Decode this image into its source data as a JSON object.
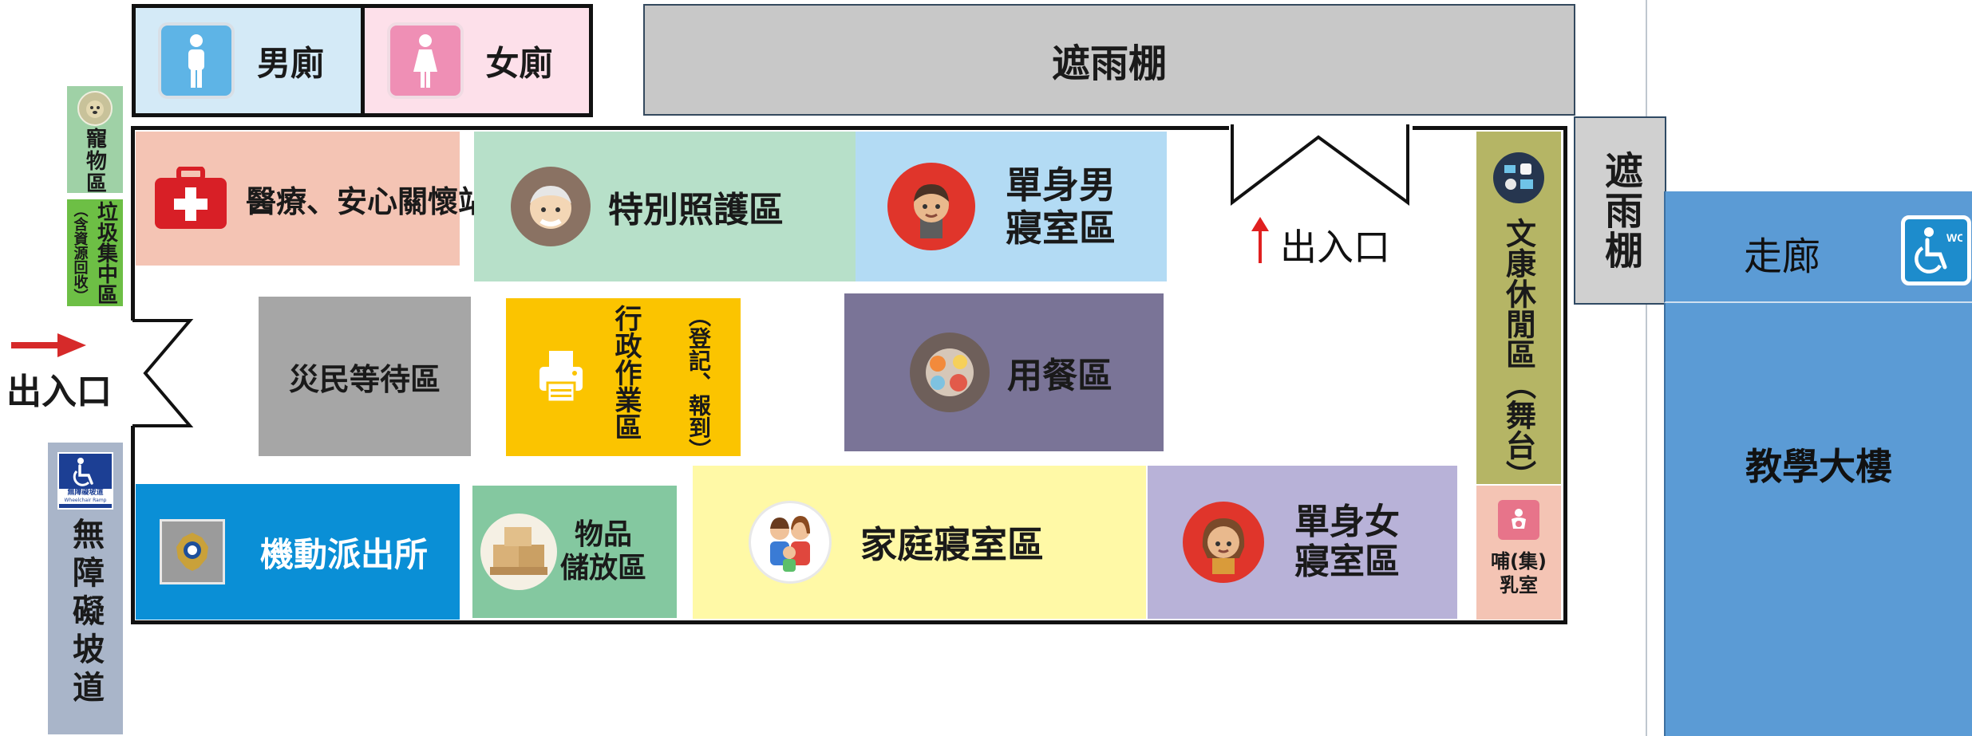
{
  "toilets": {
    "male": "男廁",
    "female": "女廁"
  },
  "canopy_top": "遮雨棚",
  "canopy_right": "遮雨棚",
  "corridor": "走廊",
  "teaching_building": "教學大樓",
  "pet_area": "寵物區",
  "garbage": {
    "main": "垃圾集中區",
    "sub": "（含資源回收）"
  },
  "left_entrance": "出入口",
  "top_entrance": "出入口",
  "ramp": {
    "sign_line1": "無障礙坡道",
    "sign_line2": "Wheelchair Ramp",
    "label": "無障礙坡道"
  },
  "zones": {
    "medical": "醫療、安心關懷站",
    "special_care": "特別照護區",
    "single_male": {
      "line1": "單身男",
      "line2": "寢室區"
    },
    "victims_waiting": "災民等待區",
    "admin": {
      "main": "行政作業區",
      "sub": "（登記、報到）"
    },
    "dining": "用餐區",
    "police": "機動派出所",
    "storage": {
      "line1": "物品",
      "line2": "儲放區"
    },
    "family": "家庭寢室區",
    "single_female": {
      "line1": "單身女",
      "line2": "寢室區"
    },
    "recreation": "文康休閒區（舞台）",
    "nursing": {
      "line1": "哺(集)",
      "line2": "乳室"
    }
  },
  "colors": {
    "medical": "#f4c4b4",
    "special_care": "#b7e0c9",
    "single_male": "#b3dbf4",
    "victims_waiting": "#a6a6a6",
    "admin": "#fbc400",
    "dining": "#7a7497",
    "police": "#0a8fd6",
    "storage": "#84c8a0",
    "family": "#fff9a6",
    "single_female": "#b8b2d8",
    "recreation": "#b5b565",
    "nursing": "#f4c4b4",
    "canopy": "#c8c8c8",
    "building": "#5b9bd5",
    "ramp": "#a9b5c9",
    "pet": "#9fd1a6",
    "garbage": "#6dbf45"
  }
}
